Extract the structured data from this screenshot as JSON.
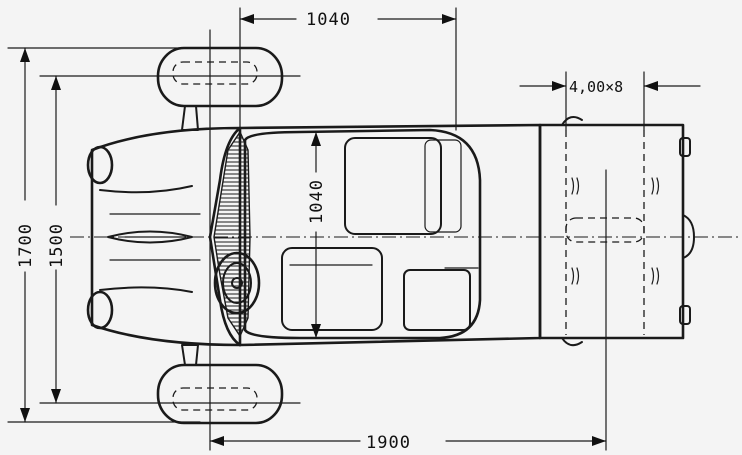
{
  "dimensions": {
    "top_width": "1040",
    "tyre_size": "4,00×8",
    "overall_width": "1700",
    "track_width": "1500",
    "cockpit_width": "1040",
    "wheelbase": "1900"
  },
  "colors": {
    "paper": "#f4f4f4",
    "ink": "#1a1a1a"
  }
}
